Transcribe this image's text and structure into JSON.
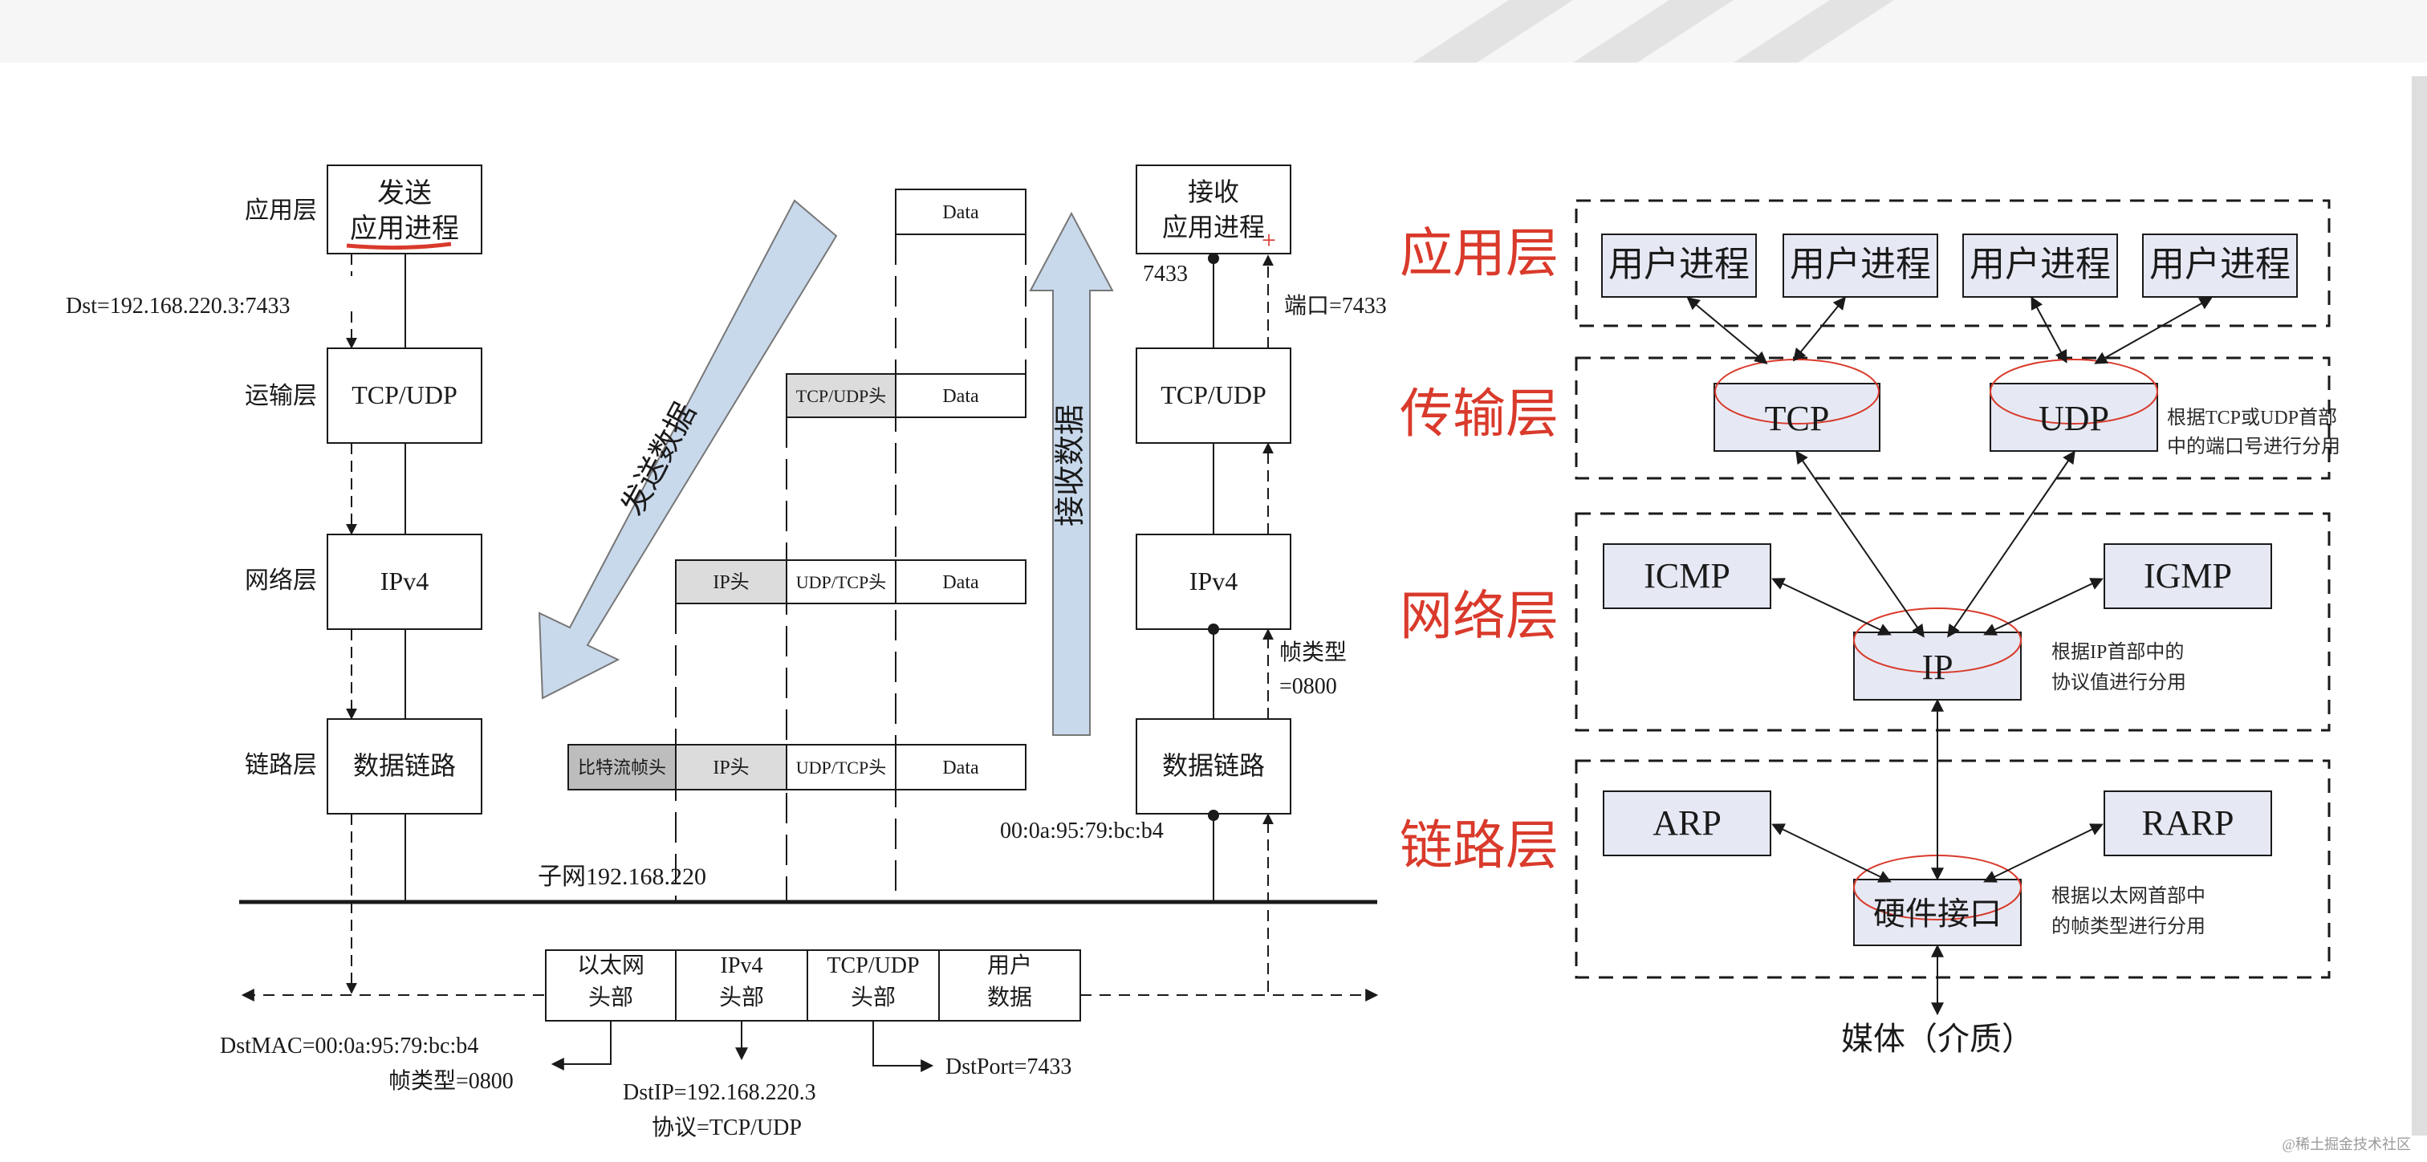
{
  "left_diagram": {
    "layers": [
      "应用层",
      "运输层",
      "网络层",
      "链路层"
    ],
    "sender": {
      "app_line1": "发送",
      "app_line2": "应用进程",
      "transport": "TCP/UDP",
      "network": "IPv4",
      "link": "数据链路",
      "dst": "Dst=192.168.220.3:7433"
    },
    "receiver": {
      "app_line1": "接收",
      "app_line2": "应用进程",
      "transport": "TCP/UDP",
      "network": "IPv4",
      "link": "数据链路",
      "port_num": "7433",
      "port_label": "端口=7433",
      "frame_type_line1": "帧类型",
      "frame_type_line2": "=0800",
      "mac": "00:0a:95:79:bc:b4"
    },
    "send_arrow_label": "发送数据",
    "recv_arrow_label": "接收数据",
    "stack": {
      "data": "Data",
      "tcp_udp_hdr": "TCP/UDP头",
      "ip_hdr": "IP头",
      "udp_tcp_hdr": "UDP/TCP头",
      "bitstream_hdr": "比特流帧头"
    },
    "subnet": "子网192.168.220",
    "frame": {
      "eth_line1": "以太网",
      "eth_line2": "头部",
      "ip_line1": "IPv4",
      "ip_line2": "头部",
      "tcp_line1": "TCP/UDP",
      "tcp_line2": "头部",
      "user_line1": "用户",
      "user_line2": "数据"
    },
    "annotations": {
      "dst_mac": "DstMAC=00:0a:95:79:bc:b4",
      "frame_type": "帧类型=0800",
      "dst_ip": "DstIP=192.168.220.3",
      "protocol": "协议=TCP/UDP",
      "dst_port": "DstPort=7433"
    }
  },
  "right_diagram": {
    "layers": [
      "应用层",
      "传输层",
      "网络层",
      "链路层"
    ],
    "user_process": "用户进程",
    "tcp": "TCP",
    "udp": "UDP",
    "icmp": "ICMP",
    "igmp": "IGMP",
    "ip": "IP",
    "arp": "ARP",
    "rarp": "RARP",
    "hw": "硬件接口",
    "note_transport_1": "根据TCP或UDP首部",
    "note_transport_2": "中的端口号进行分用",
    "note_ip_1": "根据IP首部中的",
    "note_ip_2": "协议值进行分用",
    "note_link_1": "根据以太网首部中",
    "note_link_2": "的帧类型进行分用",
    "media": "媒体（介质）"
  },
  "watermark": "@稀土掘金技术社区",
  "colors": {
    "ink": "#1a1a1a",
    "red": "#d93a2b",
    "box_fill": "#e6e9f4",
    "arrow_fill": "#c9d9ec",
    "header_fill": "#dcdcdc"
  }
}
